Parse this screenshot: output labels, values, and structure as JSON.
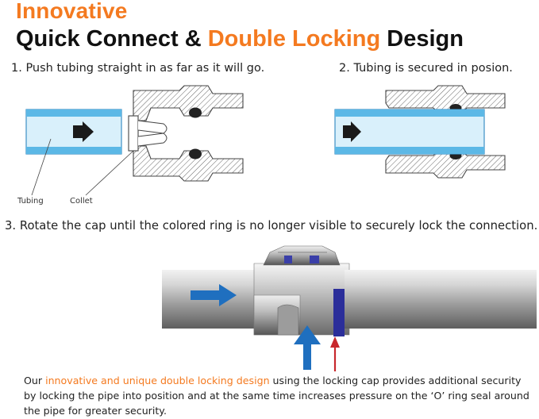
{
  "header": {
    "title_line1": "Innovative",
    "title_line2_part1": "Quick Connect & ",
    "title_line2_accent": "Double Locking",
    "title_line2_part2": " Design"
  },
  "steps": {
    "step1": "1. Push tubing straight in as far as it will go.",
    "step2": "2. Tubing is secured in posion.",
    "step3": "3. Rotate the cap until the colored ring is no longer visible to securely lock the connection."
  },
  "callouts": {
    "tubing": "Tubing",
    "collet": "Collet"
  },
  "caption": {
    "part1": "Our ",
    "accent": "innovative and unique double locking design",
    "part2": " using the locking cap provides additional security by locking the pipe into position and at the same time increases pressure on the ‘O’ ring seal around the pipe for greater security."
  },
  "colors": {
    "accent_orange": "#f47a20",
    "tube_blue": "#5cb8e6",
    "arrow_blue": "#1f6fbf",
    "arrow_red": "#c8282d"
  }
}
